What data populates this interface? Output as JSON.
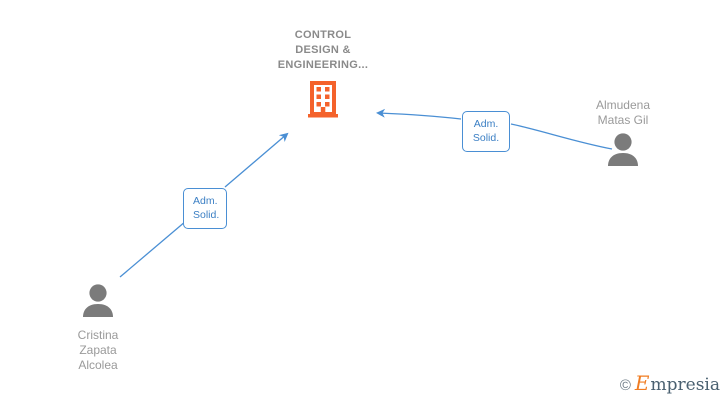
{
  "diagram": {
    "type": "org-relationship-graph",
    "background_color": "#ffffff",
    "company": {
      "name": "CONTROL\nDESIGN &\nENGINEERING...",
      "icon": "building-icon",
      "icon_color": "#f4622b"
    },
    "persons": [
      {
        "id": "person-left",
        "name": "Cristina\nZapata\nAlcolea",
        "icon": "person-icon",
        "icon_color": "#7b7b7b"
      },
      {
        "id": "person-right",
        "name": "Almudena\nMatas Gil",
        "icon": "person-icon",
        "icon_color": "#7b7b7b"
      }
    ],
    "relations": [
      {
        "id": "rel-left",
        "label": "Adm.\nSolid.",
        "from": "person-left",
        "to": "company",
        "color": "#4a8fd4"
      },
      {
        "id": "rel-right",
        "label": "Adm.\nSolid.",
        "from": "person-right",
        "to": "company",
        "color": "#4a8fd4"
      }
    ],
    "edge_color": "#4a8fd4"
  },
  "watermark": {
    "copyright": "©",
    "brand_initial": "E",
    "brand_rest": "mpresia",
    "initial_color": "#f07c22",
    "rest_color": "#4a6070"
  }
}
